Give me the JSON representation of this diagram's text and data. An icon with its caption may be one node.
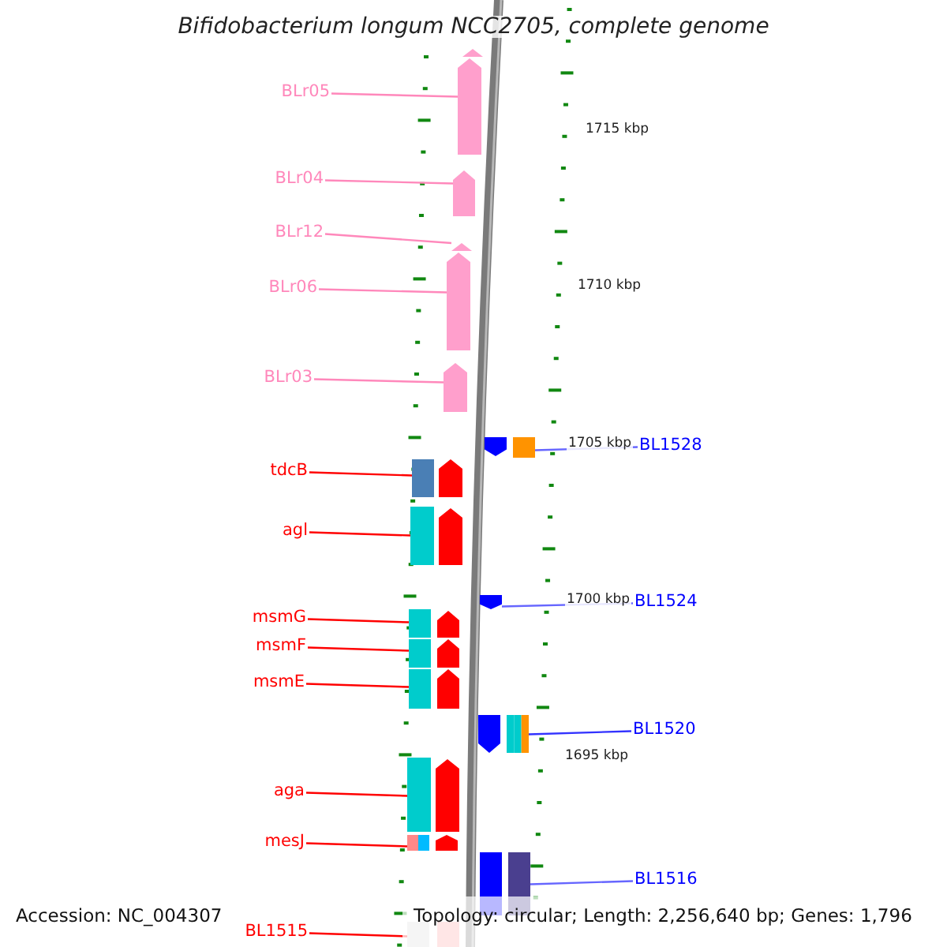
{
  "diagram": {
    "title": "Bifidobacterium longum NCC2705, complete genome",
    "nodes": [
      {
        "text": [
          "BLr05"
        ]
      },
      {
        "text": [
          "BLr04"
        ]
      },
      {
        "text": [
          "BLr12"
        ]
      },
      {
        "text": [
          "BLr06"
        ]
      },
      {
        "text": [
          "BLr03"
        ]
      },
      {
        "text": [
          "BL1528"
        ]
      },
      {
        "text": [
          "tdcB"
        ]
      },
      {
        "text": [
          "agl"
        ]
      },
      {
        "text": [
          "BL1524"
        ]
      },
      {
        "text": [
          "msmG"
        ]
      },
      {
        "text": [
          "msmF"
        ]
      },
      {
        "text": [
          "msmE"
        ]
      },
      {
        "text": [
          "BL1520"
        ]
      },
      {
        "text": [
          "aga"
        ]
      },
      {
        "text": [
          "mesJ"
        ]
      },
      {
        "text": [
          "BL1516"
        ]
      },
      {
        "text": [
          "BL1515"
        ]
      },
      {
        "text": [],
        "shape": "arrow"
      },
      {
        "text": [],
        "shape": "arrow"
      },
      {
        "text": [],
        "shape": "arrow"
      },
      {
        "text": [],
        "shape": "arrow"
      },
      {
        "text": [],
        "shape": "arrow"
      },
      {
        "text": [],
        "shape": "box"
      },
      {
        "text": [],
        "shape": "box"
      },
      {
        "text": [],
        "shape": "box"
      },
      {
        "text": [],
        "shape": "arrow"
      },
      {
        "text": [],
        "shape": "box"
      },
      {
        "text": [],
        "shape": "box"
      },
      {
        "text": [],
        "shape": "box"
      },
      {
        "text": [],
        "shape": "box"
      },
      {
        "text": [],
        "shape": "box"
      },
      {
        "text": [],
        "shape": "box"
      },
      {
        "text": [],
        "shape": "box"
      },
      {
        "text": [],
        "shape": "box"
      }
    ],
    "edges": [
      {
        "from": 0,
        "to": 17,
        "arrow": "none",
        "color": "#ff88bb"
      },
      {
        "from": 1,
        "to": 18,
        "arrow": "none",
        "color": "#ff88bb"
      },
      {
        "from": 2,
        "to": 19,
        "arrow": "none",
        "color": "#ff88bb"
      },
      {
        "from": 3,
        "to": 20,
        "arrow": "none",
        "color": "#ff88bb"
      },
      {
        "from": 4,
        "to": 21,
        "arrow": "none",
        "color": "#ff88bb"
      },
      {
        "from": 5,
        "to": 22,
        "arrow": "none",
        "color": "#6666ff"
      },
      {
        "from": 6,
        "to": 23,
        "arrow": "none"
      },
      {
        "from": 7,
        "to": 24,
        "arrow": "none"
      },
      {
        "from": 8,
        "to": 25,
        "arrow": "none",
        "color": "#6666ff"
      },
      {
        "from": 9,
        "to": 26,
        "arrow": "none"
      },
      {
        "from": 10,
        "to": 27,
        "arrow": "none"
      },
      {
        "from": 11,
        "to": 28,
        "arrow": "none"
      },
      {
        "from": 12,
        "to": 29,
        "arrow": "none",
        "color": "#3333ff"
      },
      {
        "from": 13,
        "to": 30,
        "arrow": "none"
      },
      {
        "from": 14,
        "to": 31,
        "arrow": "none"
      },
      {
        "from": 15,
        "to": 32,
        "arrow": "none",
        "color": "#6666ff"
      },
      {
        "from": 16,
        "to": 33,
        "arrow": "none"
      }
    ],
    "labels": [
      "1715 kbp",
      "1710 kbp",
      "1705 kbp",
      "1700 kbp",
      "1695 kbp",
      "Accession: NC_004307",
      "Topology: circular; Length: 2,256,640 bp; Genes: 1,796"
    ]
  }
}
